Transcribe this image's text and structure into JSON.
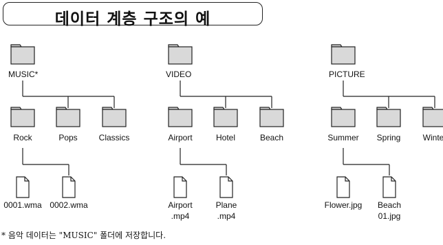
{
  "title": "데이터 계층 구조의 예",
  "footnote": "* 음악 데이터는 \"MUSIC\" 폴더에 저장합니다.",
  "trees": [
    {
      "root": "MUSIC*",
      "children": [
        {
          "label": "Rock",
          "files": [
            [
              "0001.wma"
            ],
            [
              "0002.wma"
            ]
          ]
        },
        {
          "label": "Pops"
        },
        {
          "label": "Classics"
        }
      ]
    },
    {
      "root": "VIDEO",
      "children": [
        {
          "label": "Airport",
          "files": [
            [
              "Airport",
              ".mp4"
            ],
            [
              "Plane",
              ".mp4"
            ]
          ]
        },
        {
          "label": "Hotel"
        },
        {
          "label": "Beach"
        }
      ]
    },
    {
      "root": "PICTURE",
      "children": [
        {
          "label": "Summer",
          "files": [
            [
              "Flower.jpg"
            ],
            [
              "Beach",
              "01.jpg"
            ]
          ]
        },
        {
          "label": "Spring"
        },
        {
          "label": "Winter"
        }
      ]
    }
  ],
  "icons": {
    "folder": "folder-icon",
    "file": "file-icon"
  }
}
